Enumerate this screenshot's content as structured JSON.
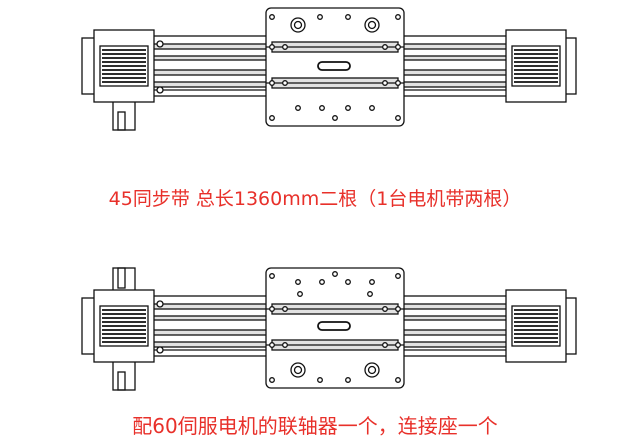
{
  "captions": {
    "belt_spec": "45同步带 总长1360mm二根（1台电机带两根）",
    "servo_spec": "配60伺服电机的联轴器一个，连接座一个"
  },
  "colors": {
    "caption": "#e8302a",
    "line": "#111111",
    "rail_light": "#e2e2e2"
  },
  "icons": {
    "top_module": "linear-slide-module-top-drawing",
    "bottom_module": "linear-slide-module-with-servo-mount-drawing"
  }
}
